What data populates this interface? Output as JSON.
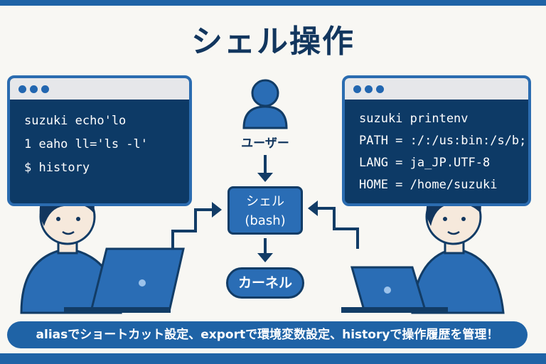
{
  "title": "シェル操作",
  "left_terminal": {
    "lines": [
      "suzuki echo'lo",
      "1 eaho ll='ls -l'",
      "$ history"
    ]
  },
  "right_terminal": {
    "lines": [
      "suzuki printenv",
      "PATH = :/:/us:bin:/s/b;",
      "LANG = ja_JP.UTF-8",
      "HOME = /home/suzuki"
    ]
  },
  "diagram": {
    "user_label": "ユーザー",
    "shell_label": "シェル",
    "shell_sub": "(bash)",
    "kernel_label": "カーネル"
  },
  "banner": "aliasでショートカット設定、exportで環境変数設定、historyで操作履歴を管理！",
  "colors": {
    "primary": "#1f63a6",
    "navy": "#12365e",
    "terminal": "#0d3a66"
  }
}
